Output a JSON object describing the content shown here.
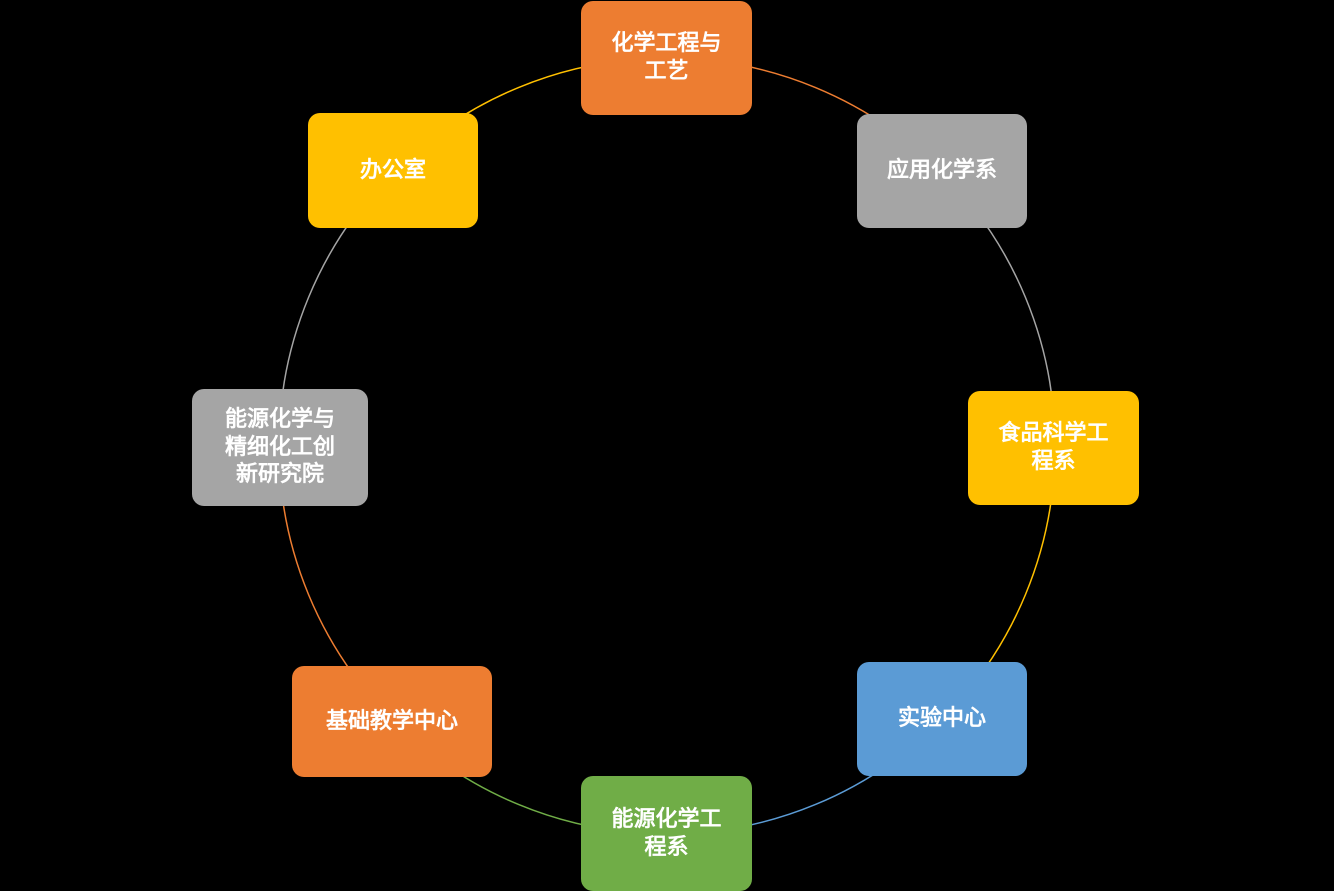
{
  "diagram": {
    "type": "cycle",
    "background_color": "#000000",
    "text_color": "#FFFFFF",
    "nodes": [
      {
        "id": "chemical-engineering-and-technology",
        "label": "化学工程与\n工艺",
        "color": "#ED7D31"
      },
      {
        "id": "applied-chemistry-department",
        "label": "应用化学系",
        "color": "#A5A5A5"
      },
      {
        "id": "food-science-engineering-department",
        "label": "食品科学工\n程系",
        "color": "#FFC000"
      },
      {
        "id": "experiment-center",
        "label": "实验中心",
        "color": "#5B9BD5"
      },
      {
        "id": "energy-chemical-engineering-department",
        "label": "能源化学工\n程系",
        "color": "#70AD47"
      },
      {
        "id": "basic-teaching-center",
        "label": "基础教学中心",
        "color": "#ED7D31"
      },
      {
        "id": "energy-chemistry-fine-chemical-innovation-institute",
        "label": "能源化学与\n精细化工创\n新研究院",
        "color": "#A5A5A5"
      },
      {
        "id": "office",
        "label": "办公室",
        "color": "#FFC000"
      }
    ]
  }
}
